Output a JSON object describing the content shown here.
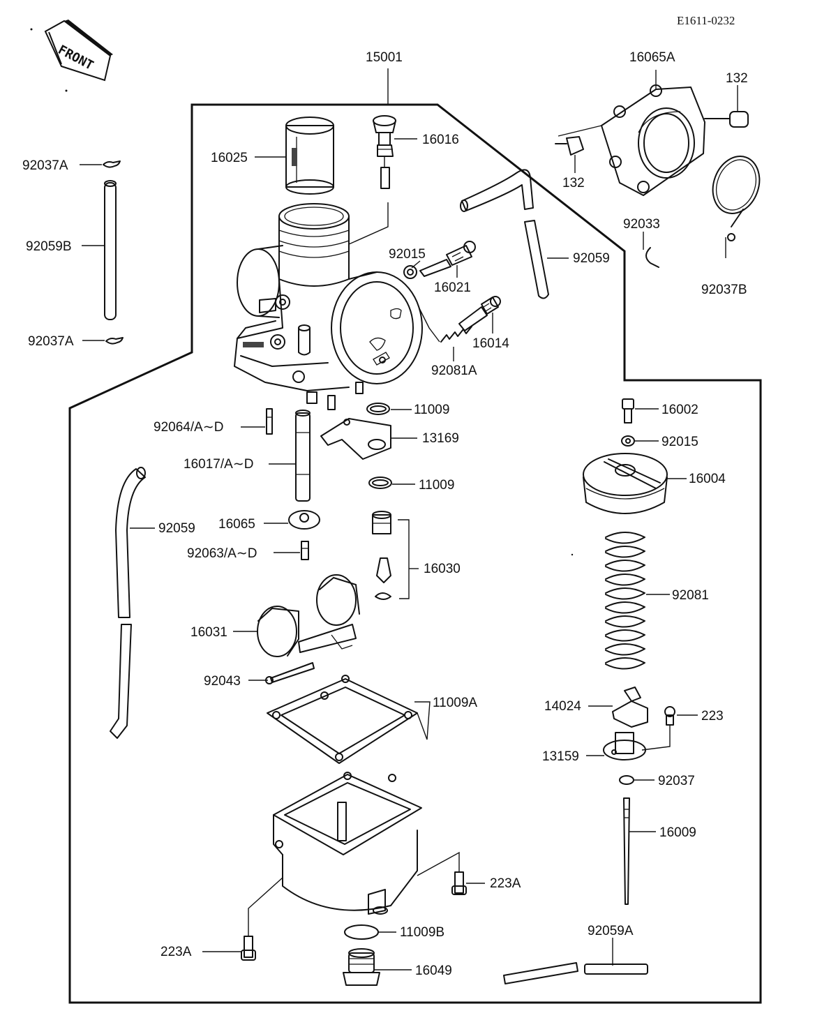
{
  "header": {
    "code": "E1611-0232",
    "front": "FRONT"
  },
  "labels": {
    "p15001": "15001",
    "p16065A": "16065A",
    "p132_top": "132",
    "p132_bottom": "132",
    "p92037A_top": "92037A",
    "p16025": "16025",
    "p16016": "16016",
    "p92059B": "92059B",
    "p92015_a": "92015",
    "p92059_top": "92059",
    "p16021": "16021",
    "p92033": "92033",
    "p92037B": "92037B",
    "p92037A_bottom": "92037A",
    "p16014": "16014",
    "p92081A": "92081A",
    "p11009_a": "11009",
    "p16002": "16002",
    "p92064": "92064/A∼D",
    "p13169": "13169",
    "p92015_b": "92015",
    "p16017": "16017/A∼D",
    "p16004": "16004",
    "p11009_b": "11009",
    "p92059_left": "92059",
    "p16065": "16065",
    "p92063": "92063/A∼D",
    "p16030": "16030",
    "p92081": "92081",
    "p16031": "16031",
    "p92043": "92043",
    "p11009A": "11009A",
    "p14024": "14024",
    "p223": "223",
    "p13159": "13159",
    "p92037": "92037",
    "p16009": "16009",
    "p223A_right": "223A",
    "p92059A": "92059A",
    "p223A_left": "223A",
    "p11009B": "11009B",
    "p16049": "16049"
  }
}
